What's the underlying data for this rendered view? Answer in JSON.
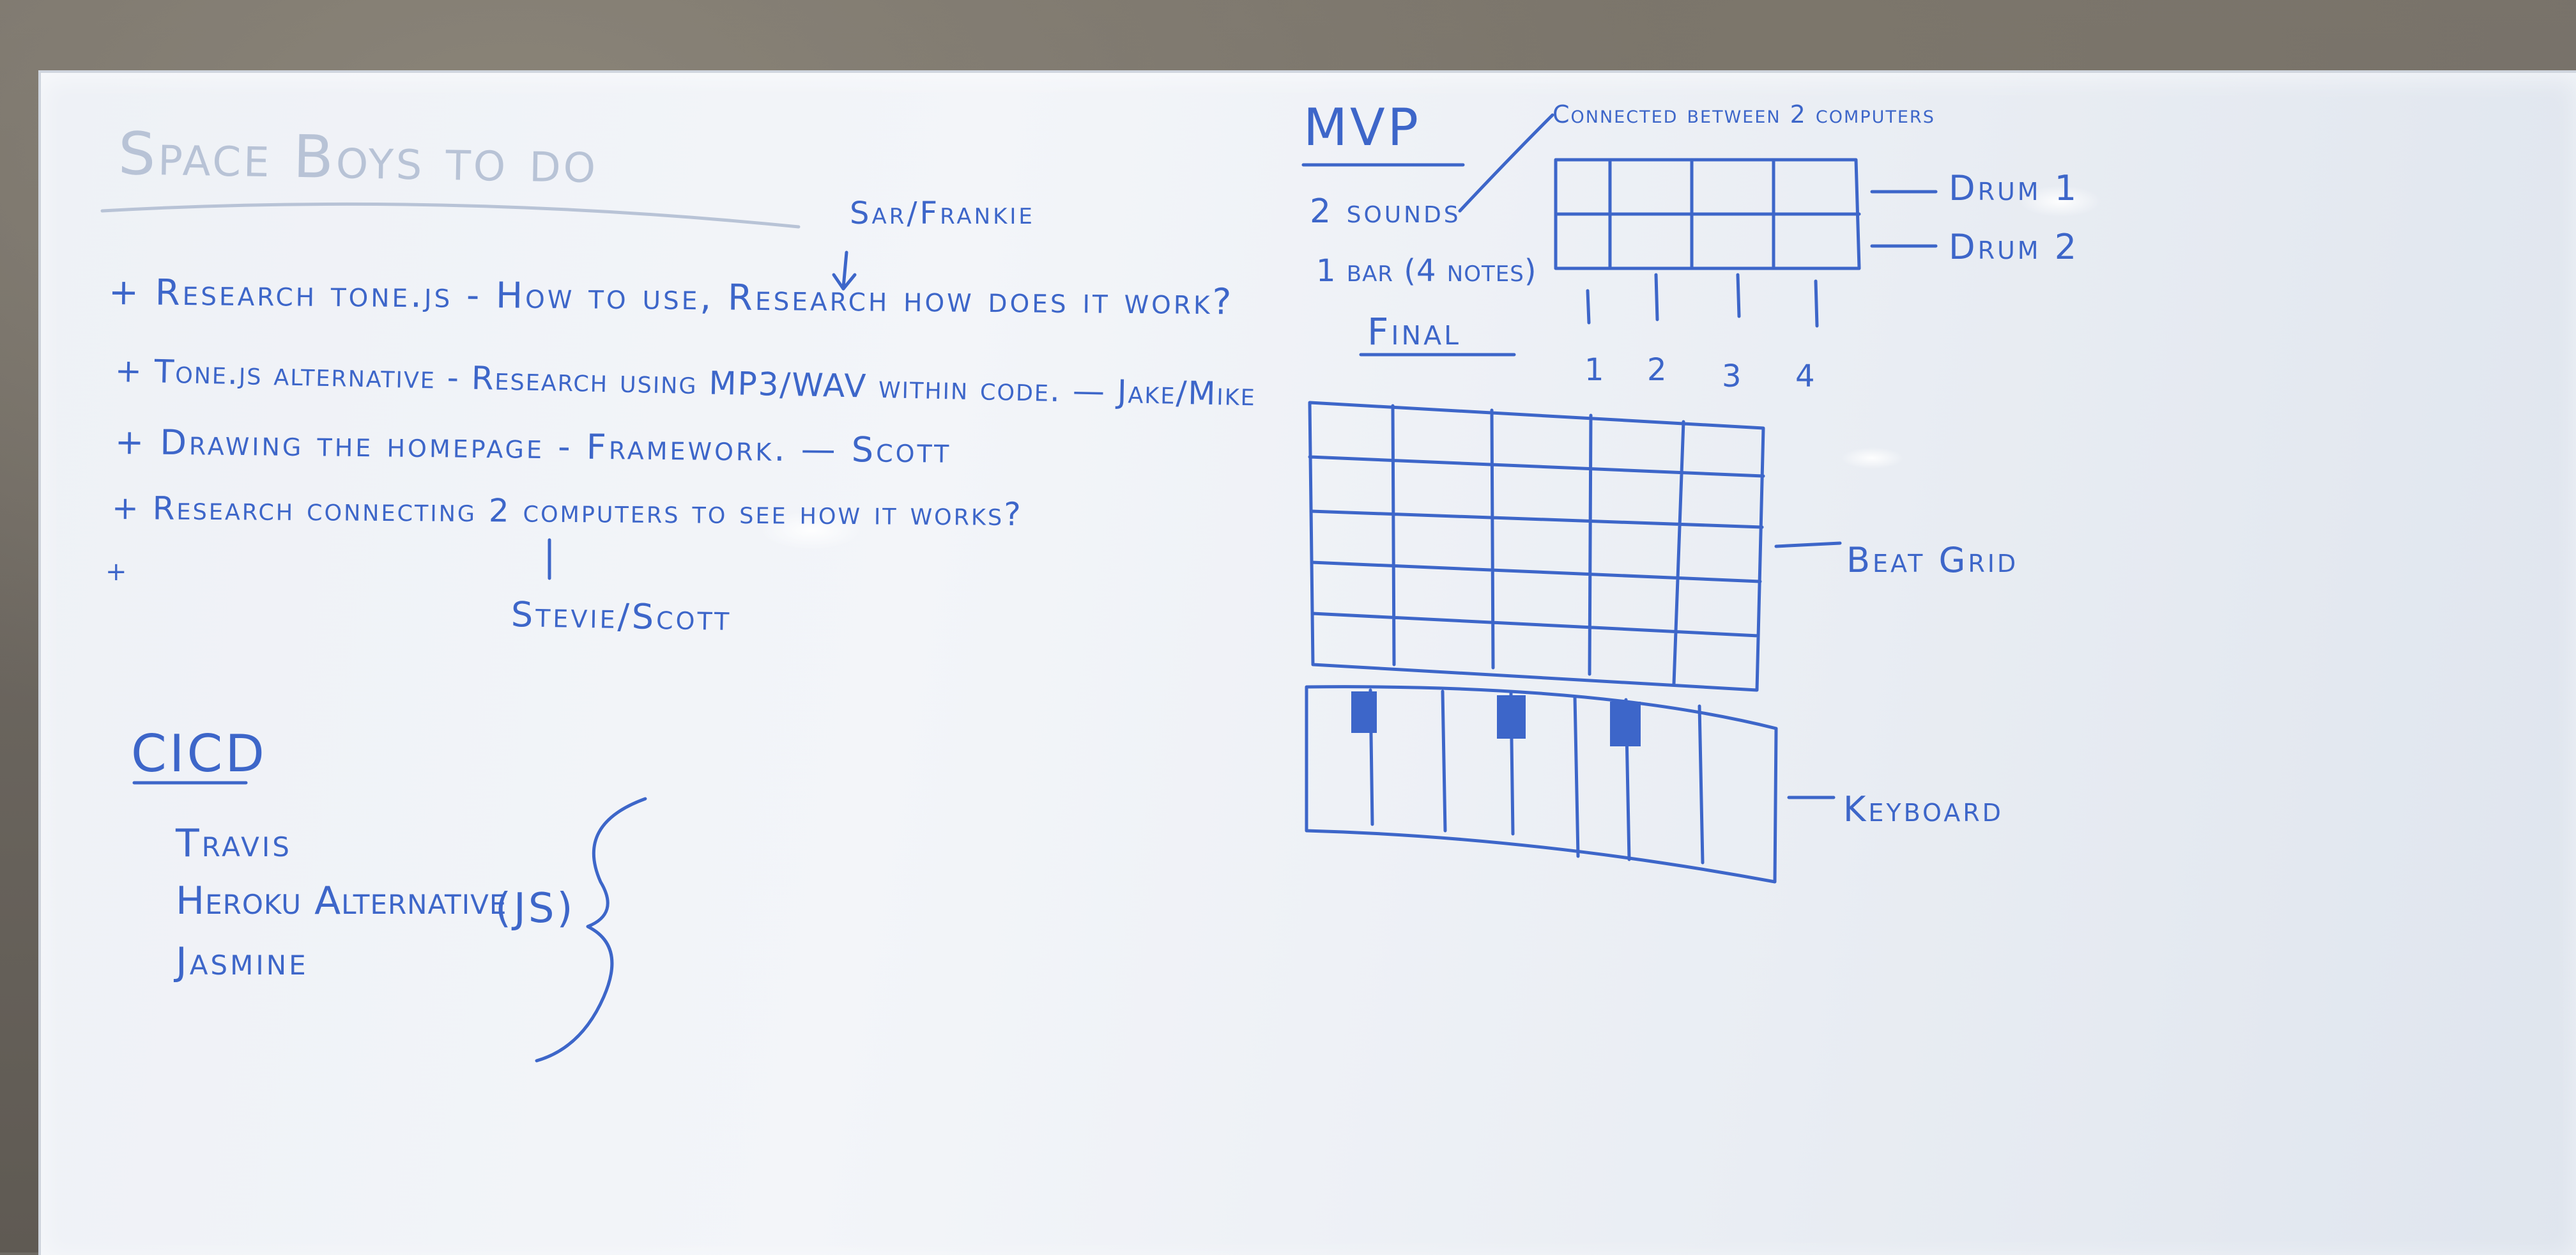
{
  "title": "Space Boys to do",
  "tasks": {
    "t1": "+ Research tone.js - How to use, Research how does it work?",
    "t1_assignee": "Sar/Frankie",
    "t2": "+ Tone.js alternative - Research using MP3/WAV within code. — Jake/Mike",
    "t3": "+ Drawing the homepage - Framework. — Scott",
    "t4": "+ Research connecting 2 computers to see how it works?",
    "t4_assignee": "Stevie/Scott",
    "t5": "+"
  },
  "cicd": {
    "heading": "CICD",
    "items": [
      "Travis",
      "Heroku Alternative",
      "Jasmine"
    ],
    "bracket_note": "(JS)"
  },
  "mvp": {
    "heading": "MVP",
    "connected_note": "Connected between 2 computers",
    "sounds": "2 sounds",
    "bar": "1 bar (4 notes)",
    "drum1": "Drum 1",
    "drum2": "Drum 2",
    "beats": [
      "1",
      "2",
      "3",
      "4"
    ]
  },
  "final": {
    "heading": "Final",
    "beat_grid_label": "Beat Grid",
    "keyboard_label": "Keyboard"
  },
  "colors": {
    "marker": "#3d66c9",
    "faint_marker": "#b8c3d6",
    "board": "#eef1f6",
    "wall": "#6e6a63"
  }
}
